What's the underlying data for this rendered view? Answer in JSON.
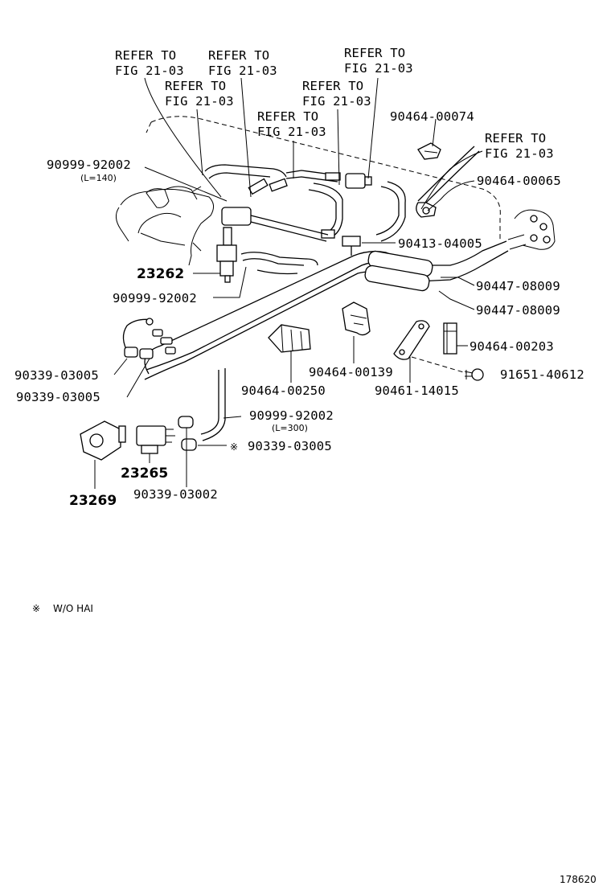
{
  "refer_labels": [
    {
      "line1": "REFER TO",
      "line2": "FIG 21-03"
    },
    {
      "line1": "REFER TO",
      "line2": "FIG 21-03"
    },
    {
      "line1": "REFER TO",
      "line2": "FIG 21-03"
    },
    {
      "line1": "REFER TO",
      "line2": "FIG 21-03"
    },
    {
      "line1": "REFER TO",
      "line2": "FIG 21-03"
    },
    {
      "line1": "REFER TO",
      "line2": "FIG 21-03"
    },
    {
      "line1": "REFER TO",
      "line2": "FIG 21-03"
    }
  ],
  "part_labels": {
    "p_90999_92002_top": "90999-92002",
    "p_l140": "(L=140)",
    "p_90464_00074": "90464-00074",
    "p_90464_00065": "90464-00065",
    "p_90413_04005": "90413-04005",
    "p_23262": "23262",
    "p_90999_92002_mid": "90999-92002",
    "p_90447_08009_a": "90447-08009",
    "p_90447_08009_b": "90447-08009",
    "p_90464_00203": "90464-00203",
    "p_90339_03005_a": "90339-03005",
    "p_90339_03005_b": "90339-03005",
    "p_90464_00139": "90464-00139",
    "p_91651_40612": "91651-40612",
    "p_90464_00250": "90464-00250",
    "p_90461_14015": "90461-14015",
    "p_90999_92002_bot": "90999-92002",
    "p_l300": "(L=300)",
    "p_90339_03005_c": "90339-03005",
    "p_90339_03005_c_mark": "※",
    "p_23265": "23265",
    "p_23269": "23269",
    "p_90339_03002": "90339-03002"
  },
  "footnote": {
    "mark": "※",
    "text": "W/O HAI"
  },
  "figure_id": "178620"
}
